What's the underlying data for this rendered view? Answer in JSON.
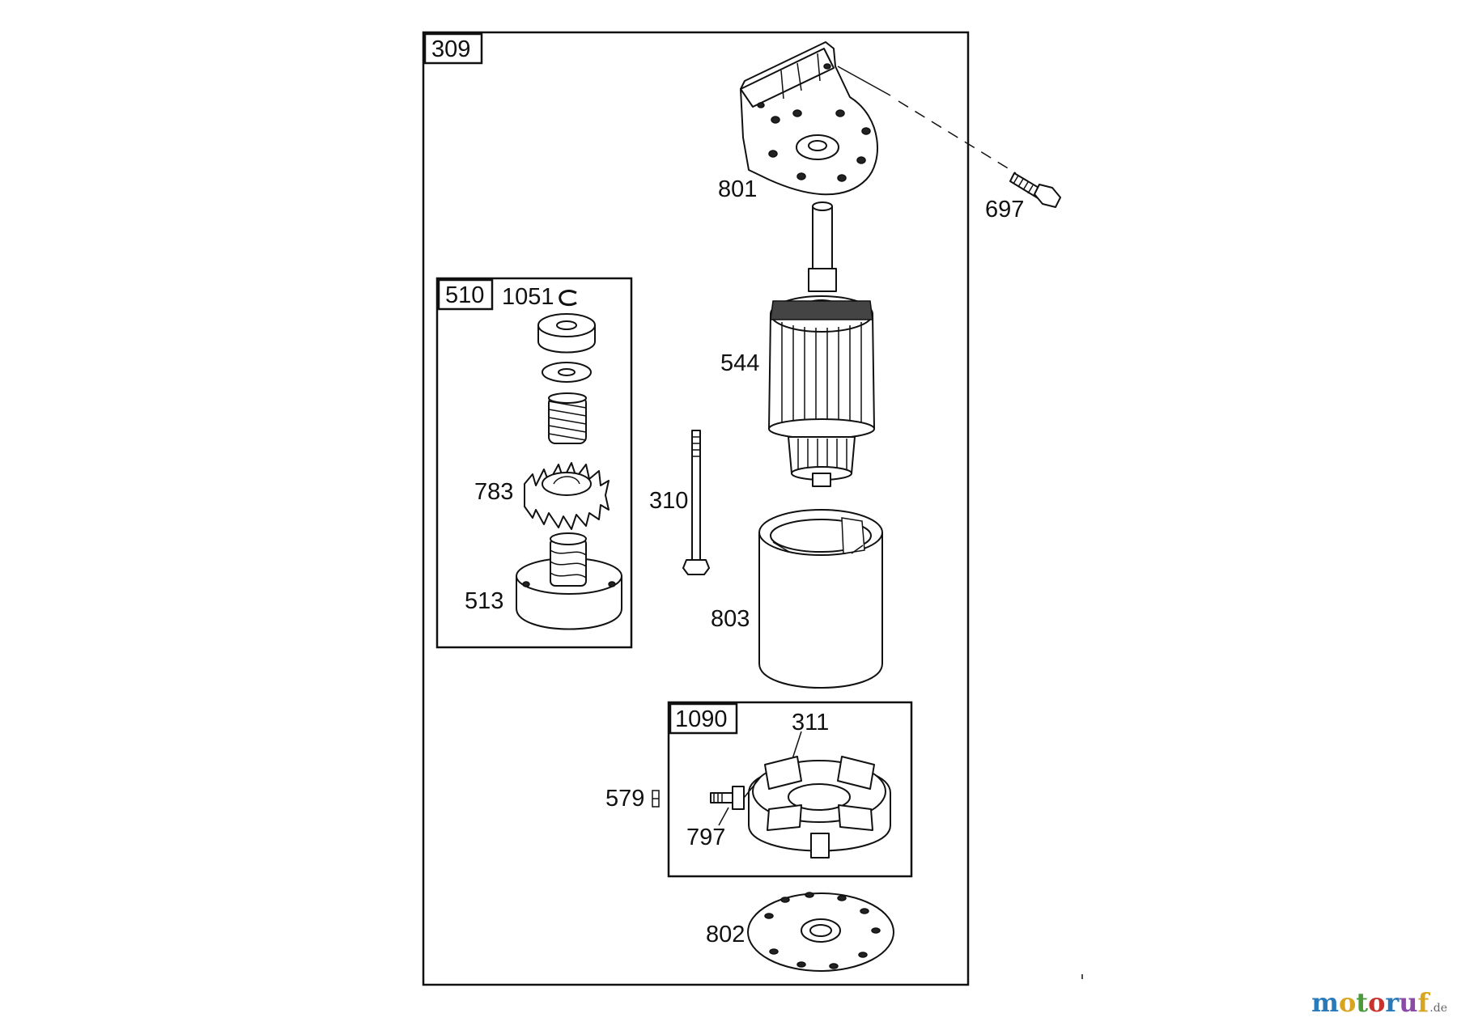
{
  "labels": {
    "group_309": "309",
    "group_510": "510",
    "group_1090": "1090",
    "p801": "801",
    "p697": "697",
    "p1051": "1051",
    "p544": "544",
    "p783": "783",
    "p310": "310",
    "p513": "513",
    "p803": "803",
    "p311": "311",
    "p579": "579",
    "p797": "797",
    "p802": "802"
  },
  "watermark": {
    "letters": [
      "m",
      "o",
      "t",
      "o",
      "r",
      "u",
      "f"
    ],
    "colors": [
      "#2a7ab9",
      "#d9a51e",
      "#4a9a3a",
      "#c8332b",
      "#2a7ab9",
      "#8a4aa6",
      "#d9a51e"
    ],
    "tld": ".de"
  }
}
